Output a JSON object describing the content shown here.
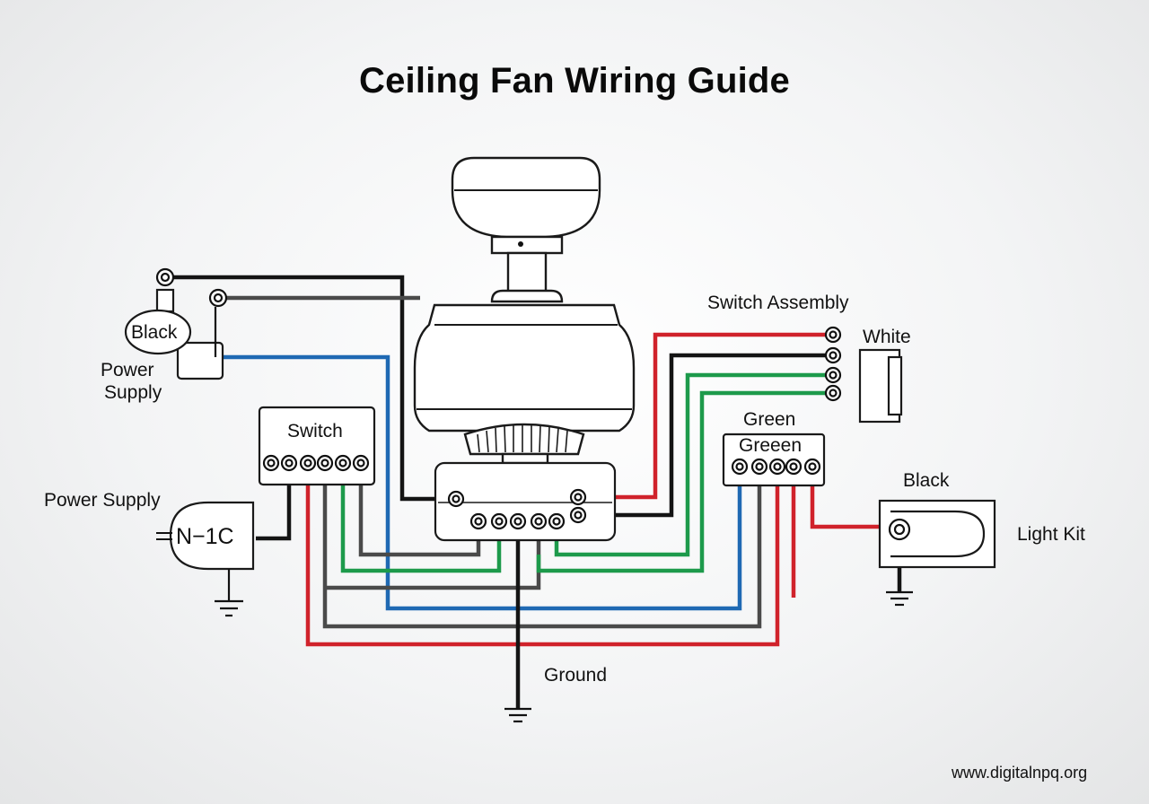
{
  "title": "Ceiling Fan Wiring Guide",
  "labels": {
    "black_top": "Black",
    "power_supply_top_line1": "Power",
    "power_supply_top_line2": "Supply",
    "switch": "Switch",
    "power_supply_left": "Power Supply",
    "supply_code": "N−1C",
    "switch_assembly": "Switch Assembly",
    "white": "White",
    "green_outer": "Green",
    "green_inner": "Greeen",
    "black_right": "Black",
    "light_kit": "Light Kit",
    "ground": "Ground",
    "website": "www.digitalnpq.org"
  },
  "colors": {
    "red": "#d0222b",
    "black": "#141414",
    "green": "#1d9a4b",
    "blue": "#1f69b3",
    "gray": "#4a4a4a"
  }
}
